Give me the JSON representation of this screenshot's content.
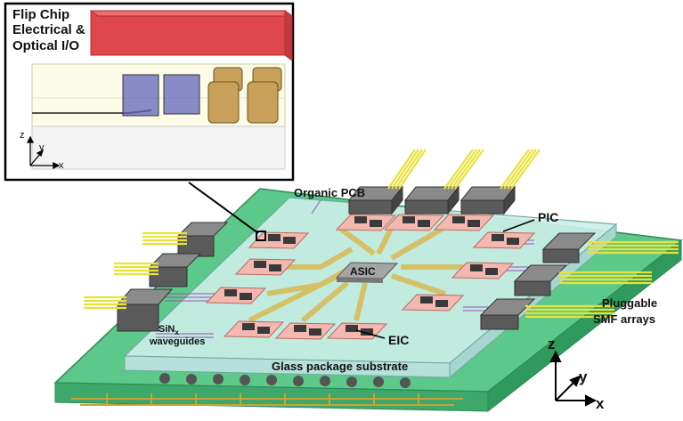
{
  "inset": {
    "title": "Flip Chip\nElectrical &\nOptical I/O",
    "axis_z": "z",
    "axis_y": "y",
    "axis_x": "x"
  },
  "labels": {
    "organic_pcb": "Organic PCB",
    "pic": "PIC",
    "asic": "ASIC",
    "eic": "EIC",
    "sinx_line1": "SiN",
    "sinx_sub": "x",
    "sinx_line2": "waveguides",
    "glass_substrate": "Glass package substrate",
    "pluggable_line1": "Pluggable",
    "pluggable_line2": "SMF arrays"
  },
  "axes_main": {
    "z": "z",
    "y": "y",
    "x": "x"
  },
  "colors": {
    "pcb_green": "#4dbf7d",
    "glass": "#d9f2ee",
    "chip_pink": "#f4b8b0",
    "die_gray": "#3a3a3a",
    "asic_gray": "#9a9a9a",
    "fiber_yellow": "#e8e23a",
    "inset_red": "#e0474c"
  }
}
